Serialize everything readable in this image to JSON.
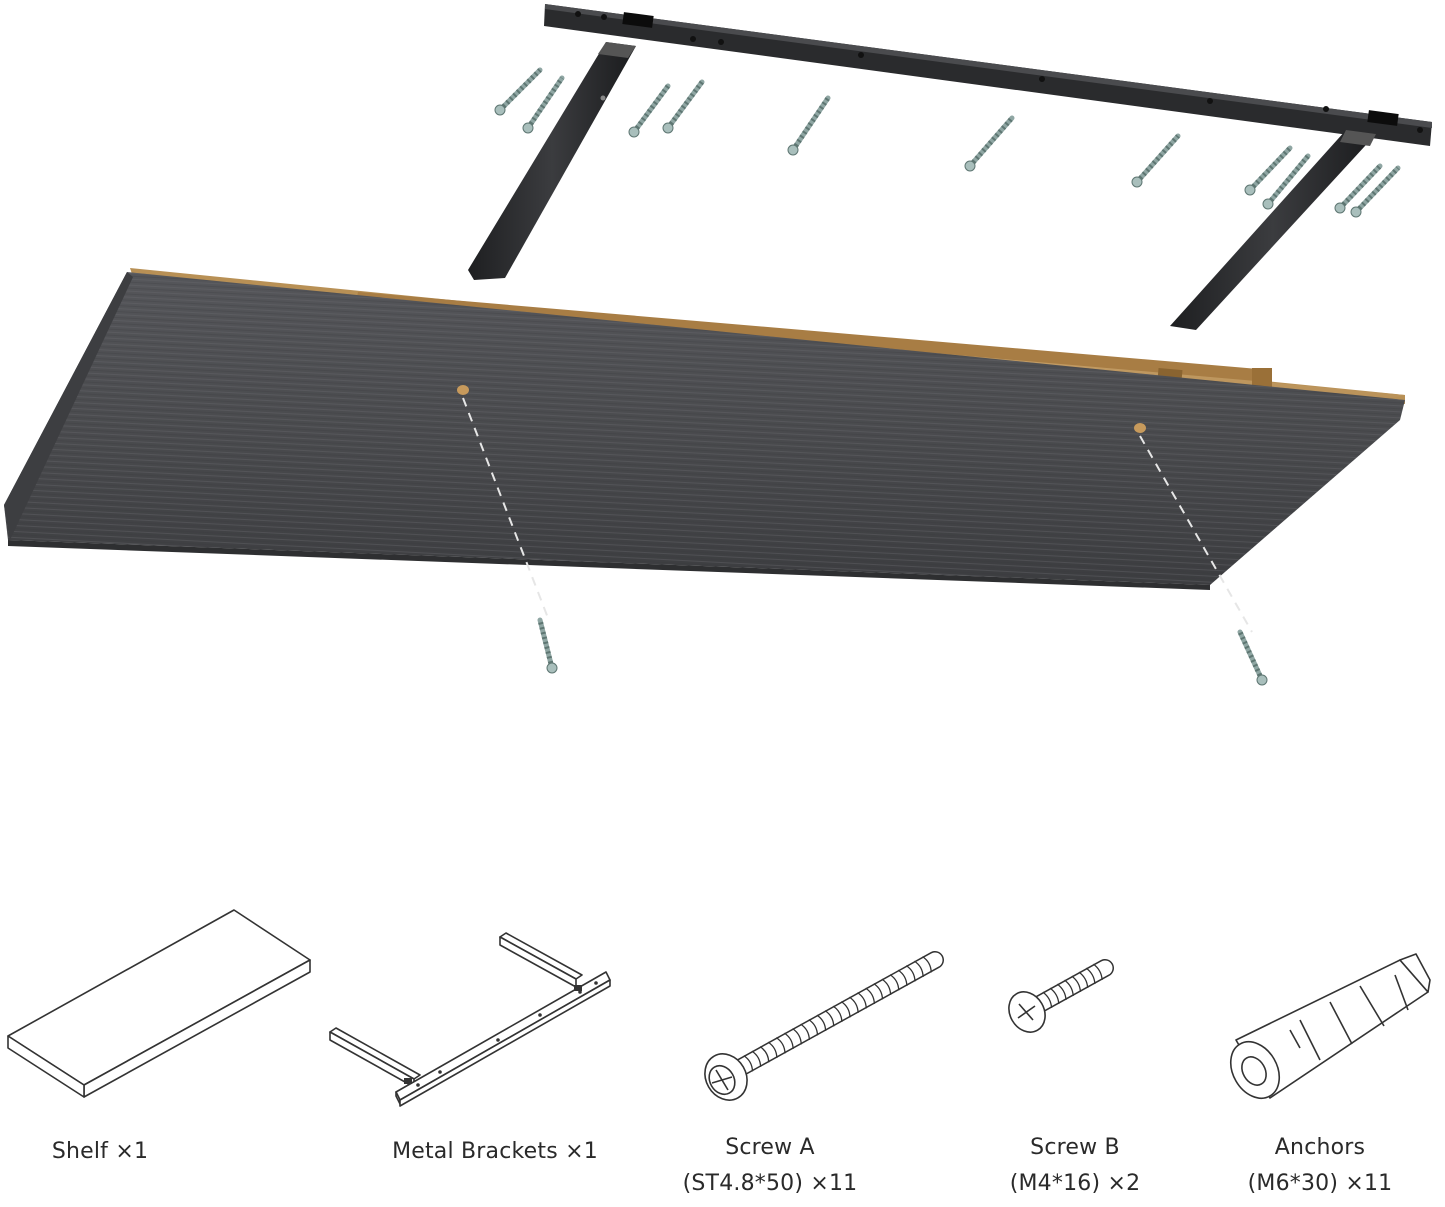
{
  "parts": [
    {
      "name": "shelf",
      "line1": "Shelf ×1",
      "line2": ""
    },
    {
      "name": "metal-brackets",
      "line1": "Metal Brackets ×1",
      "line2": ""
    },
    {
      "name": "screw-a",
      "line1": "Screw A",
      "line2": "(ST4.8*50) ×11"
    },
    {
      "name": "screw-b",
      "line1": "Screw B",
      "line2": "(M4*16) ×2"
    },
    {
      "name": "anchors",
      "line1": "Anchors",
      "line2": "(M6*30) ×11"
    }
  ],
  "colors": {
    "shelf_face": "#4a4b4d",
    "mdf_core": "#c9a46a",
    "bracket": "#2b2c2e",
    "screw": "#8fa6a3",
    "outline": "#333333"
  }
}
